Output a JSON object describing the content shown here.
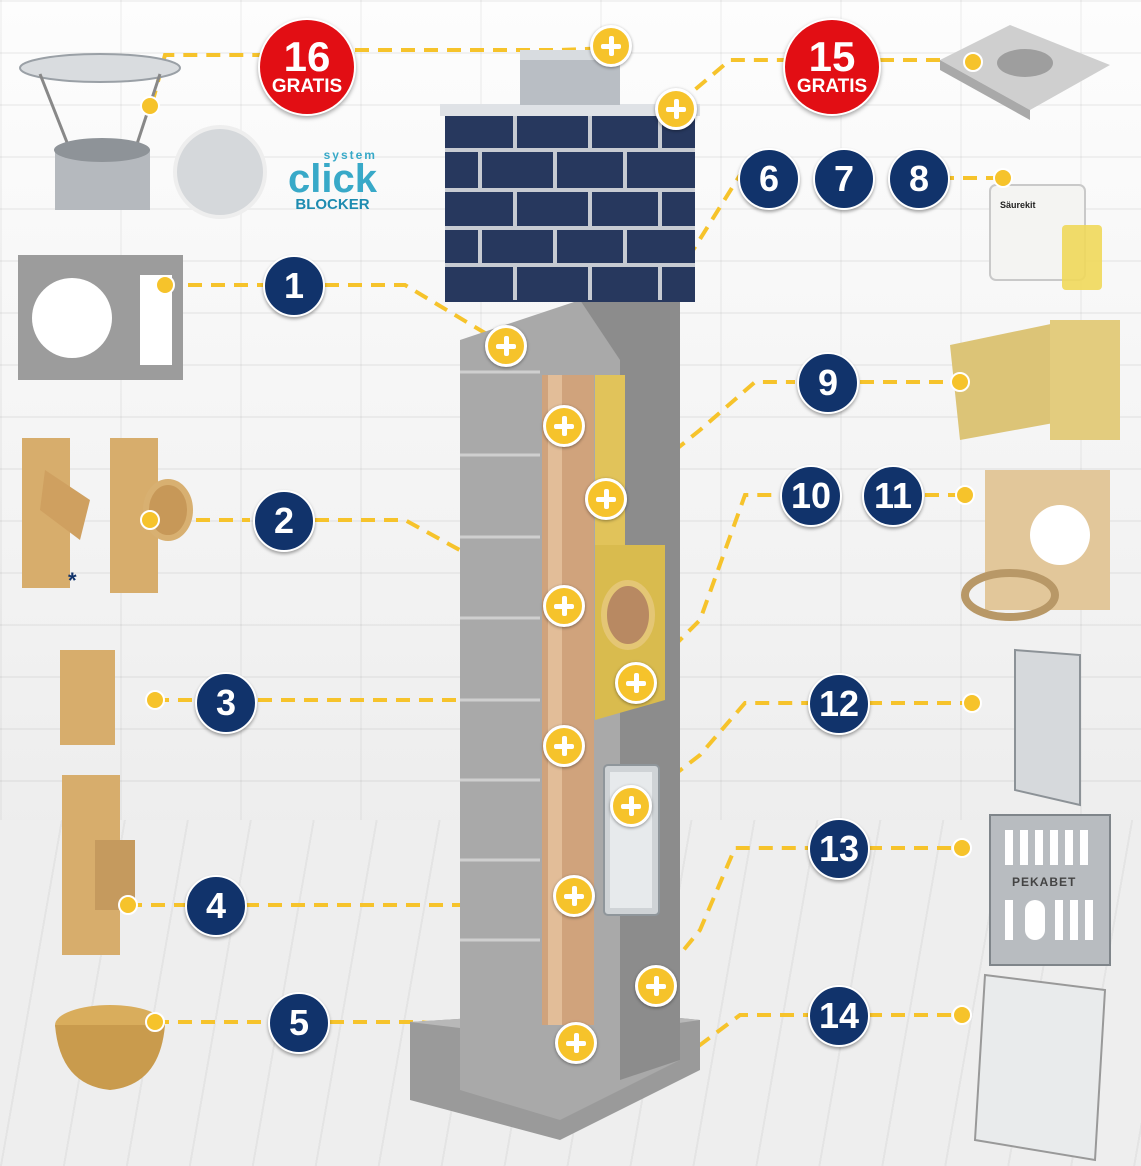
{
  "gratis": [
    {
      "number": "16",
      "label": "GRATIS"
    },
    {
      "number": "15",
      "label": "GRATIS"
    }
  ],
  "badges": [
    "1",
    "2",
    "3",
    "4",
    "5",
    "6",
    "7",
    "8",
    "9",
    "10",
    "11",
    "12",
    "13",
    "14"
  ],
  "brand": {
    "system": "system",
    "name": "click",
    "blocker": "BLOCKER"
  },
  "product_labels": {
    "plate": "PEKABET",
    "jar": "Säurekit",
    "star": "*"
  },
  "colors": {
    "badge": "#11336b",
    "accent": "#f6c32b",
    "gratis": "#e20e14"
  }
}
